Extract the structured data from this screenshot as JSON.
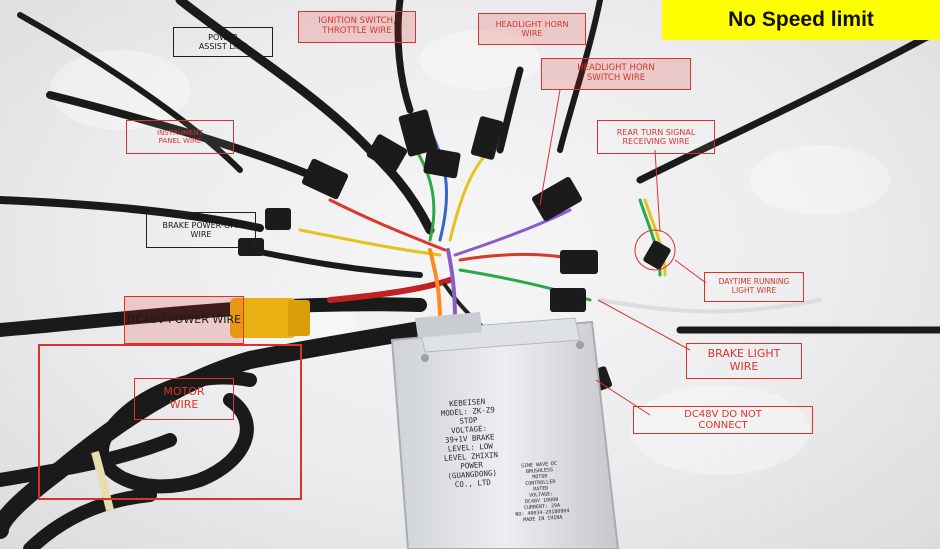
{
  "banner": {
    "text": "No Speed limit",
    "background": "#ffff00"
  },
  "labels": {
    "power_assist": "POWER\nASSIST LINE",
    "ignition": "IGNITION SWITCH,\nTHROTTLE WIRE",
    "headlight_horn_wire": "HEADLIGHT HORN\nWIRE",
    "headlight_horn_switch": "HEADLIGHT HORN\nSWITCH WIRE",
    "instrument_panel": "INSTRUMENT\nPANEL WIRE",
    "rear_turn": "REAR TURN SIGNAL\nRECEIVING WIRE",
    "brake_power_off": "BRAKE POWER-OFF\nWIRE",
    "daytime_running": "DAYTIME RUNNING\nLIGHT WIRE",
    "dc48v_power": "DC48V POWER WIRE",
    "brake_light": "BRAKE LIGHT\nWIRE",
    "motor": "MOTOR\nWIRE",
    "dc48v_not_connect": "DC48V DO NOT\nCONNECT"
  },
  "controller_label": {
    "left": "KEBEISEN\nMODEL: ZK-Z9\nSTOP\nVOLTAGE:\n39+1V BRAKE\nLEVEL: LOW\nLEVEL ZHIXIN\nPOWER\n(GUANGDONG)\nCO., LTD",
    "right": "SINE WAVE DC\nBRUSHLESS\nMOTOR\nCONTROLLER\nRATED\nVOLTAGE:\nDC48V 1000W\nCURRENT: 29A\nNO: 48034-20180804\nMADE IN CHINA"
  },
  "colors": {
    "annotation": "#d8342c",
    "banner_text": "#111111"
  }
}
